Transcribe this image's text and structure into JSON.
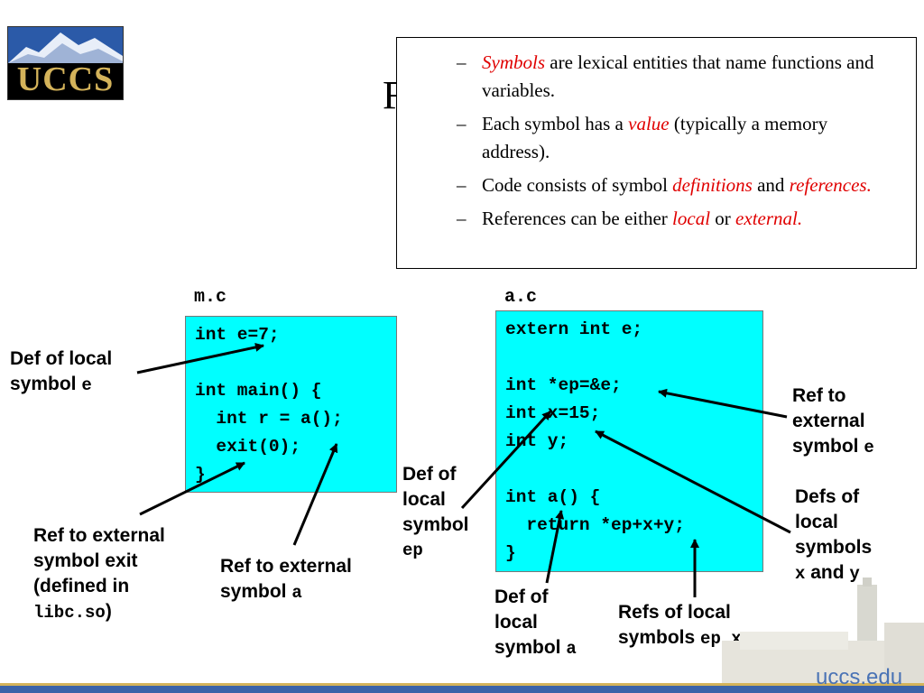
{
  "logo": {
    "text": "UCCS"
  },
  "title_fragment": "F",
  "definitions": [
    {
      "dash": "–",
      "parts": [
        {
          "t": "Symbols",
          "hl": true
        },
        {
          "t": " are lexical entities that name functions and variables.",
          "hl": false
        }
      ]
    },
    {
      "dash": "–",
      "parts": [
        {
          "t": "Each symbol has a ",
          "hl": false
        },
        {
          "t": "value",
          "hl": true
        },
        {
          "t": " (typically a memory address).",
          "hl": false
        }
      ]
    },
    {
      "dash": "–",
      "parts": [
        {
          "t": "Code consists of symbol ",
          "hl": false
        },
        {
          "t": "definitions",
          "hl": true
        },
        {
          "t": " and ",
          "hl": false
        },
        {
          "t": "references",
          "hl": true
        },
        {
          "t": ".",
          "hl": false
        }
      ]
    },
    {
      "dash": "–",
      "parts": [
        {
          "t": "References can be either ",
          "hl": false
        },
        {
          "t": "local",
          "hl": true
        },
        {
          "t": " or ",
          "hl": false
        },
        {
          "t": "external",
          "hl": true
        },
        {
          "t": ".",
          "hl": false
        }
      ]
    }
  ],
  "files": {
    "mc": {
      "label": "m.c",
      "lines": [
        "int e=7;",
        "",
        "int main() {",
        "  int r = a();",
        "  exit(0);",
        "}"
      ]
    },
    "ac": {
      "label": "a.c",
      "lines": [
        "extern int e;",
        "",
        "int *ep=&e;",
        "int x=15;",
        "int y;",
        "",
        "int a() {",
        "  return *ep+x+y;",
        "}"
      ]
    }
  },
  "annotations": {
    "def_local_e": {
      "l1": "Def of local",
      "l2": "symbol ",
      "sym": "e"
    },
    "ref_ext_exit": {
      "l1": "Ref to external",
      "l2": "symbol exit",
      "l3": "(defined in",
      "l4sym": "libc.so",
      "l4end": ")"
    },
    "ref_ext_a": {
      "l1": "Ref to external",
      "l2": "symbol ",
      "sym": "a"
    },
    "def_local_ep": {
      "l1": "Def of",
      "l2": "local",
      "l3": "symbol",
      "sym": "ep"
    },
    "def_local_a": {
      "l1": "Def of",
      "l2": "local",
      "l3": "symbol ",
      "sym": "a"
    },
    "refs_local": {
      "l1": "Refs of local",
      "l2": "symbols ",
      "sym": "ep,x,y"
    },
    "ref_ext_e": {
      "l1": "Ref to",
      "l2": "external",
      "l3": "symbol  ",
      "sym": "e"
    },
    "defs_local_xy": {
      "l1": "Defs of",
      "l2": "local",
      "l3": "symbols",
      "sym1": "x",
      "and": " and ",
      "sym2": "y"
    }
  },
  "footer": {
    "site": "uccs.edu"
  },
  "colors": {
    "code_bg": "#00ffff",
    "highlight": "#e00000",
    "gold": "#d4b35a",
    "blue": "#3b63a8"
  }
}
